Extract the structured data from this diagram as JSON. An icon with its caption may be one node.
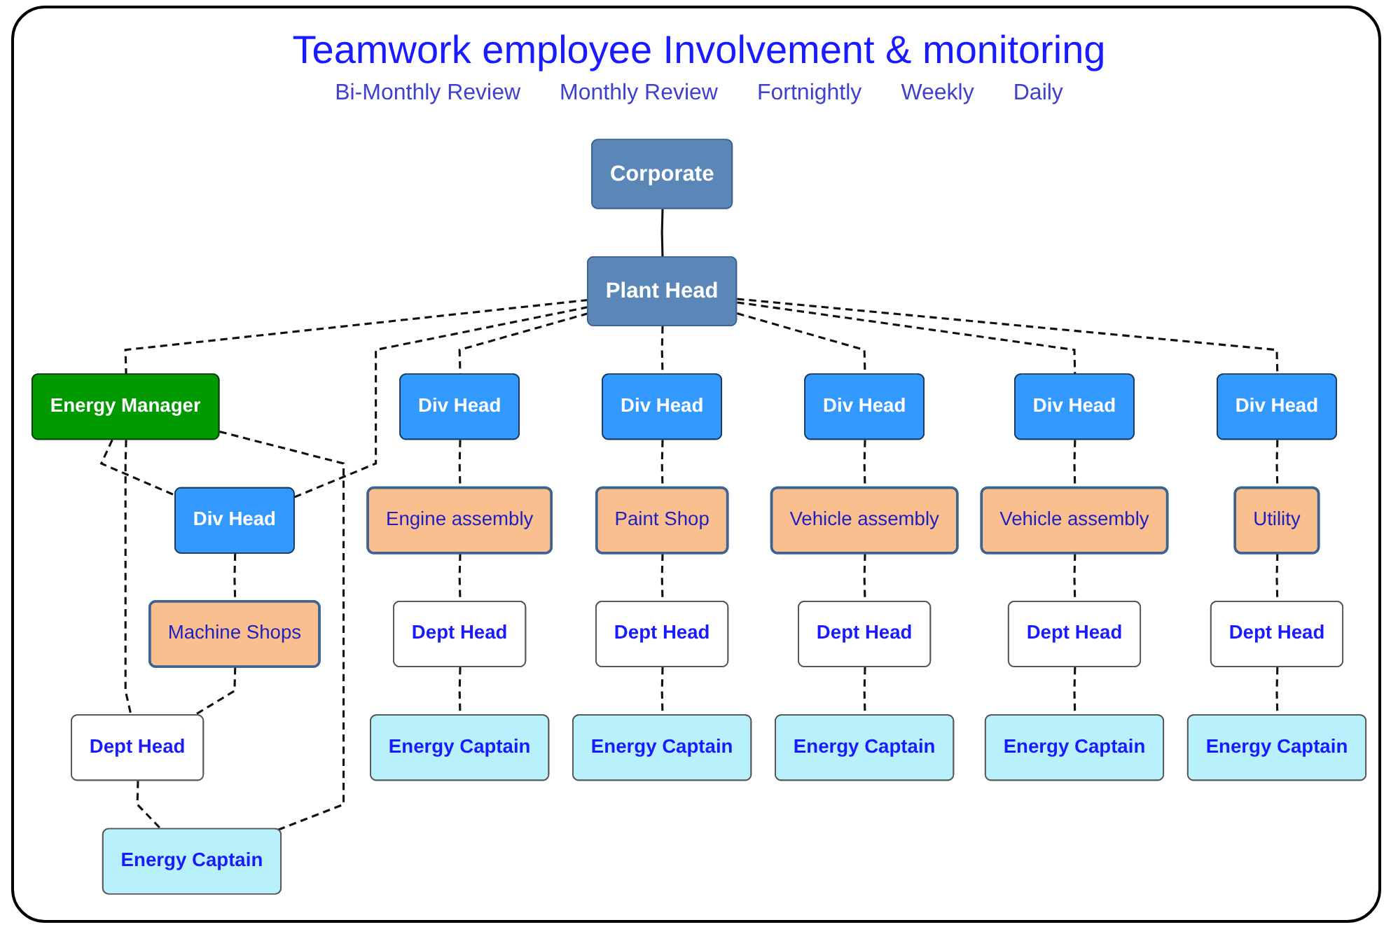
{
  "diagram": {
    "title": "Teamwork employee Involvement & monitoring",
    "nodes": [
      {
        "text": [
          "Corporate"
        ]
      },
      {
        "text": [
          "Plant Head"
        ]
      },
      {
        "text": [
          "Div Head"
        ]
      },
      {
        "text": [
          "Div Head"
        ]
      },
      {
        "text": [
          "Div Head"
        ]
      },
      {
        "text": [
          "Div Head"
        ]
      },
      {
        "text": [
          "Div Head"
        ]
      },
      {
        "text": [
          "Div Head"
        ]
      },
      {
        "text": [
          "Machine Shops"
        ]
      },
      {
        "text": [
          "Engine assembly"
        ]
      },
      {
        "text": [
          "Paint Shop"
        ]
      },
      {
        "text": [
          "Vehicle assembly"
        ]
      },
      {
        "text": [
          "Vehicle assembly"
        ]
      },
      {
        "text": [
          "Utility"
        ]
      },
      {
        "text": [
          "Energy Manager"
        ]
      },
      {
        "text": [
          "Dept Head"
        ]
      },
      {
        "text": [
          "Dept Head"
        ]
      },
      {
        "text": [
          "Dept Head"
        ]
      },
      {
        "text": [
          "Dept Head"
        ]
      },
      {
        "text": [
          "Dept Head"
        ]
      },
      {
        "text": [
          "Dept Head"
        ]
      },
      {
        "text": [
          "Energy Captain"
        ]
      },
      {
        "text": [
          "Energy Captain"
        ]
      },
      {
        "text": [
          "Energy Captain"
        ]
      },
      {
        "text": [
          "Energy Captain"
        ]
      },
      {
        "text": [
          "Energy Captain"
        ]
      },
      {
        "text": [
          "Energy Captain"
        ]
      }
    ],
    "edges": [
      {
        "from": 0,
        "to": 1,
        "arrow": "none"
      },
      {
        "from": 1,
        "to": 14,
        "arrow": "none",
        "style": "dashed"
      },
      {
        "from": 1,
        "to": 2,
        "arrow": "none",
        "style": "dashed"
      },
      {
        "from": 1,
        "to": 3,
        "arrow": "none",
        "style": "dashed"
      },
      {
        "from": 1,
        "to": 4,
        "arrow": "none",
        "style": "dashed"
      },
      {
        "from": 1,
        "to": 5,
        "arrow": "none",
        "style": "dashed"
      },
      {
        "from": 1,
        "to": 6,
        "arrow": "none",
        "style": "dashed"
      },
      {
        "from": 1,
        "to": 7,
        "arrow": "none",
        "style": "dashed"
      },
      {
        "from": 14,
        "to": 2,
        "arrow": "none",
        "style": "dashed"
      },
      {
        "from": 2,
        "to": 8,
        "arrow": "none",
        "style": "dashed"
      },
      {
        "from": 3,
        "to": 9,
        "arrow": "none",
        "style": "dashed"
      },
      {
        "from": 4,
        "to": 10,
        "arrow": "none",
        "style": "dashed"
      },
      {
        "from": 5,
        "to": 11,
        "arrow": "none",
        "style": "dashed"
      },
      {
        "from": 6,
        "to": 12,
        "arrow": "none",
        "style": "dashed"
      },
      {
        "from": 7,
        "to": 13,
        "arrow": "none",
        "style": "dashed"
      },
      {
        "from": 14,
        "to": 15,
        "arrow": "none",
        "style": "dashed"
      },
      {
        "from": 8,
        "to": 15,
        "arrow": "none",
        "style": "dashed"
      },
      {
        "from": 9,
        "to": 16,
        "arrow": "none",
        "style": "dashed"
      },
      {
        "from": 10,
        "to": 17,
        "arrow": "none",
        "style": "dashed"
      },
      {
        "from": 11,
        "to": 18,
        "arrow": "none",
        "style": "dashed"
      },
      {
        "from": 12,
        "to": 19,
        "arrow": "none",
        "style": "dashed"
      },
      {
        "from": 13,
        "to": 20,
        "arrow": "none",
        "style": "dashed"
      },
      {
        "from": 14,
        "to": 21,
        "arrow": "none",
        "style": "dashed"
      },
      {
        "from": 15,
        "to": 21,
        "arrow": "none",
        "style": "dashed"
      },
      {
        "from": 16,
        "to": 22,
        "arrow": "none",
        "style": "dashed"
      },
      {
        "from": 17,
        "to": 23,
        "arrow": "none",
        "style": "dashed"
      },
      {
        "from": 18,
        "to": 24,
        "arrow": "none",
        "style": "dashed"
      },
      {
        "from": 19,
        "to": 25,
        "arrow": "none",
        "style": "dashed"
      },
      {
        "from": 20,
        "to": 26,
        "arrow": "none",
        "style": "dashed"
      }
    ],
    "labels": [
      "Bi-Monthly Review",
      "Monthly Review",
      "Fortnightly",
      "Weekly",
      "Daily"
    ]
  }
}
